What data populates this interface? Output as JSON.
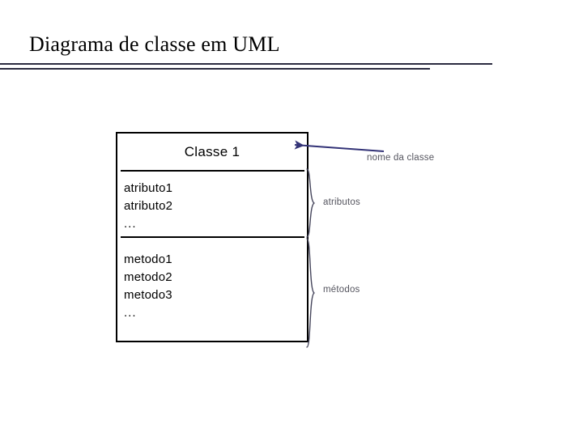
{
  "slide": {
    "title": "Diagrama de classe em UML",
    "background_color": "#ffffff",
    "rule_color": "#2b2b40",
    "accent_color": "#333377",
    "annotation_color": "#55555f"
  },
  "class_box": {
    "name": "Classe 1",
    "attributes": [
      "atributo1",
      "atributo2",
      "..."
    ],
    "methods": [
      "metodo1",
      "metodo2",
      "metodo3",
      "..."
    ]
  },
  "annotations": {
    "class_name_callout": "nome da classe",
    "attributes_brace": "atributos",
    "methods_brace": "métodos"
  }
}
